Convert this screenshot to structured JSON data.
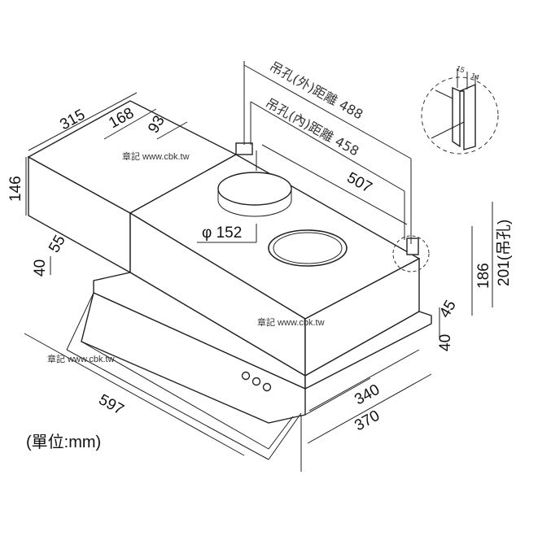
{
  "dimensions": {
    "outer_hole_distance": "吊孔(外)距離 488",
    "inner_hole_distance": "吊孔(內)距離 458",
    "d315": "315",
    "d168": "168",
    "d93": "93",
    "d146": "146",
    "d55": "55",
    "d40_left": "40",
    "d152": "φ 152",
    "d507": "507",
    "d186": "186",
    "d201": "201(吊孔)",
    "d45": "45",
    "d40_right": "40",
    "d340": "340",
    "d370": "370",
    "d597": "597",
    "bracket_15": "15",
    "bracket_14": "14"
  },
  "unit_label": "(單位:mm)",
  "watermarks": [
    "章記 www.cbk.tw",
    "章記 www.cbk.tw",
    "章記 www.cbk.tw"
  ]
}
